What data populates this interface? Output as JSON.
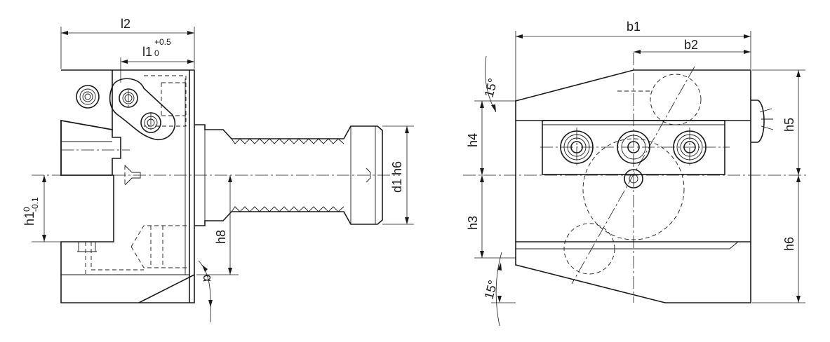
{
  "labels": {
    "l2": "l2",
    "l1": "l1",
    "l1_tol_upper": "+0.5",
    "l1_tol_lower": "0",
    "h1": "h1",
    "h1_tol_upper": "0",
    "h1_tol_lower": "-0.1",
    "h8": "h8",
    "d1_h6": "d1 h6",
    "alpha": "α",
    "b1": "b1",
    "b2": "b2",
    "h4": "h4",
    "h5": "h5",
    "h3": "h3",
    "h6": "h6",
    "angle_top": "15°",
    "angle_bottom": "15°"
  },
  "colors": {
    "line": "#1a1a1a",
    "background": "#ffffff"
  }
}
